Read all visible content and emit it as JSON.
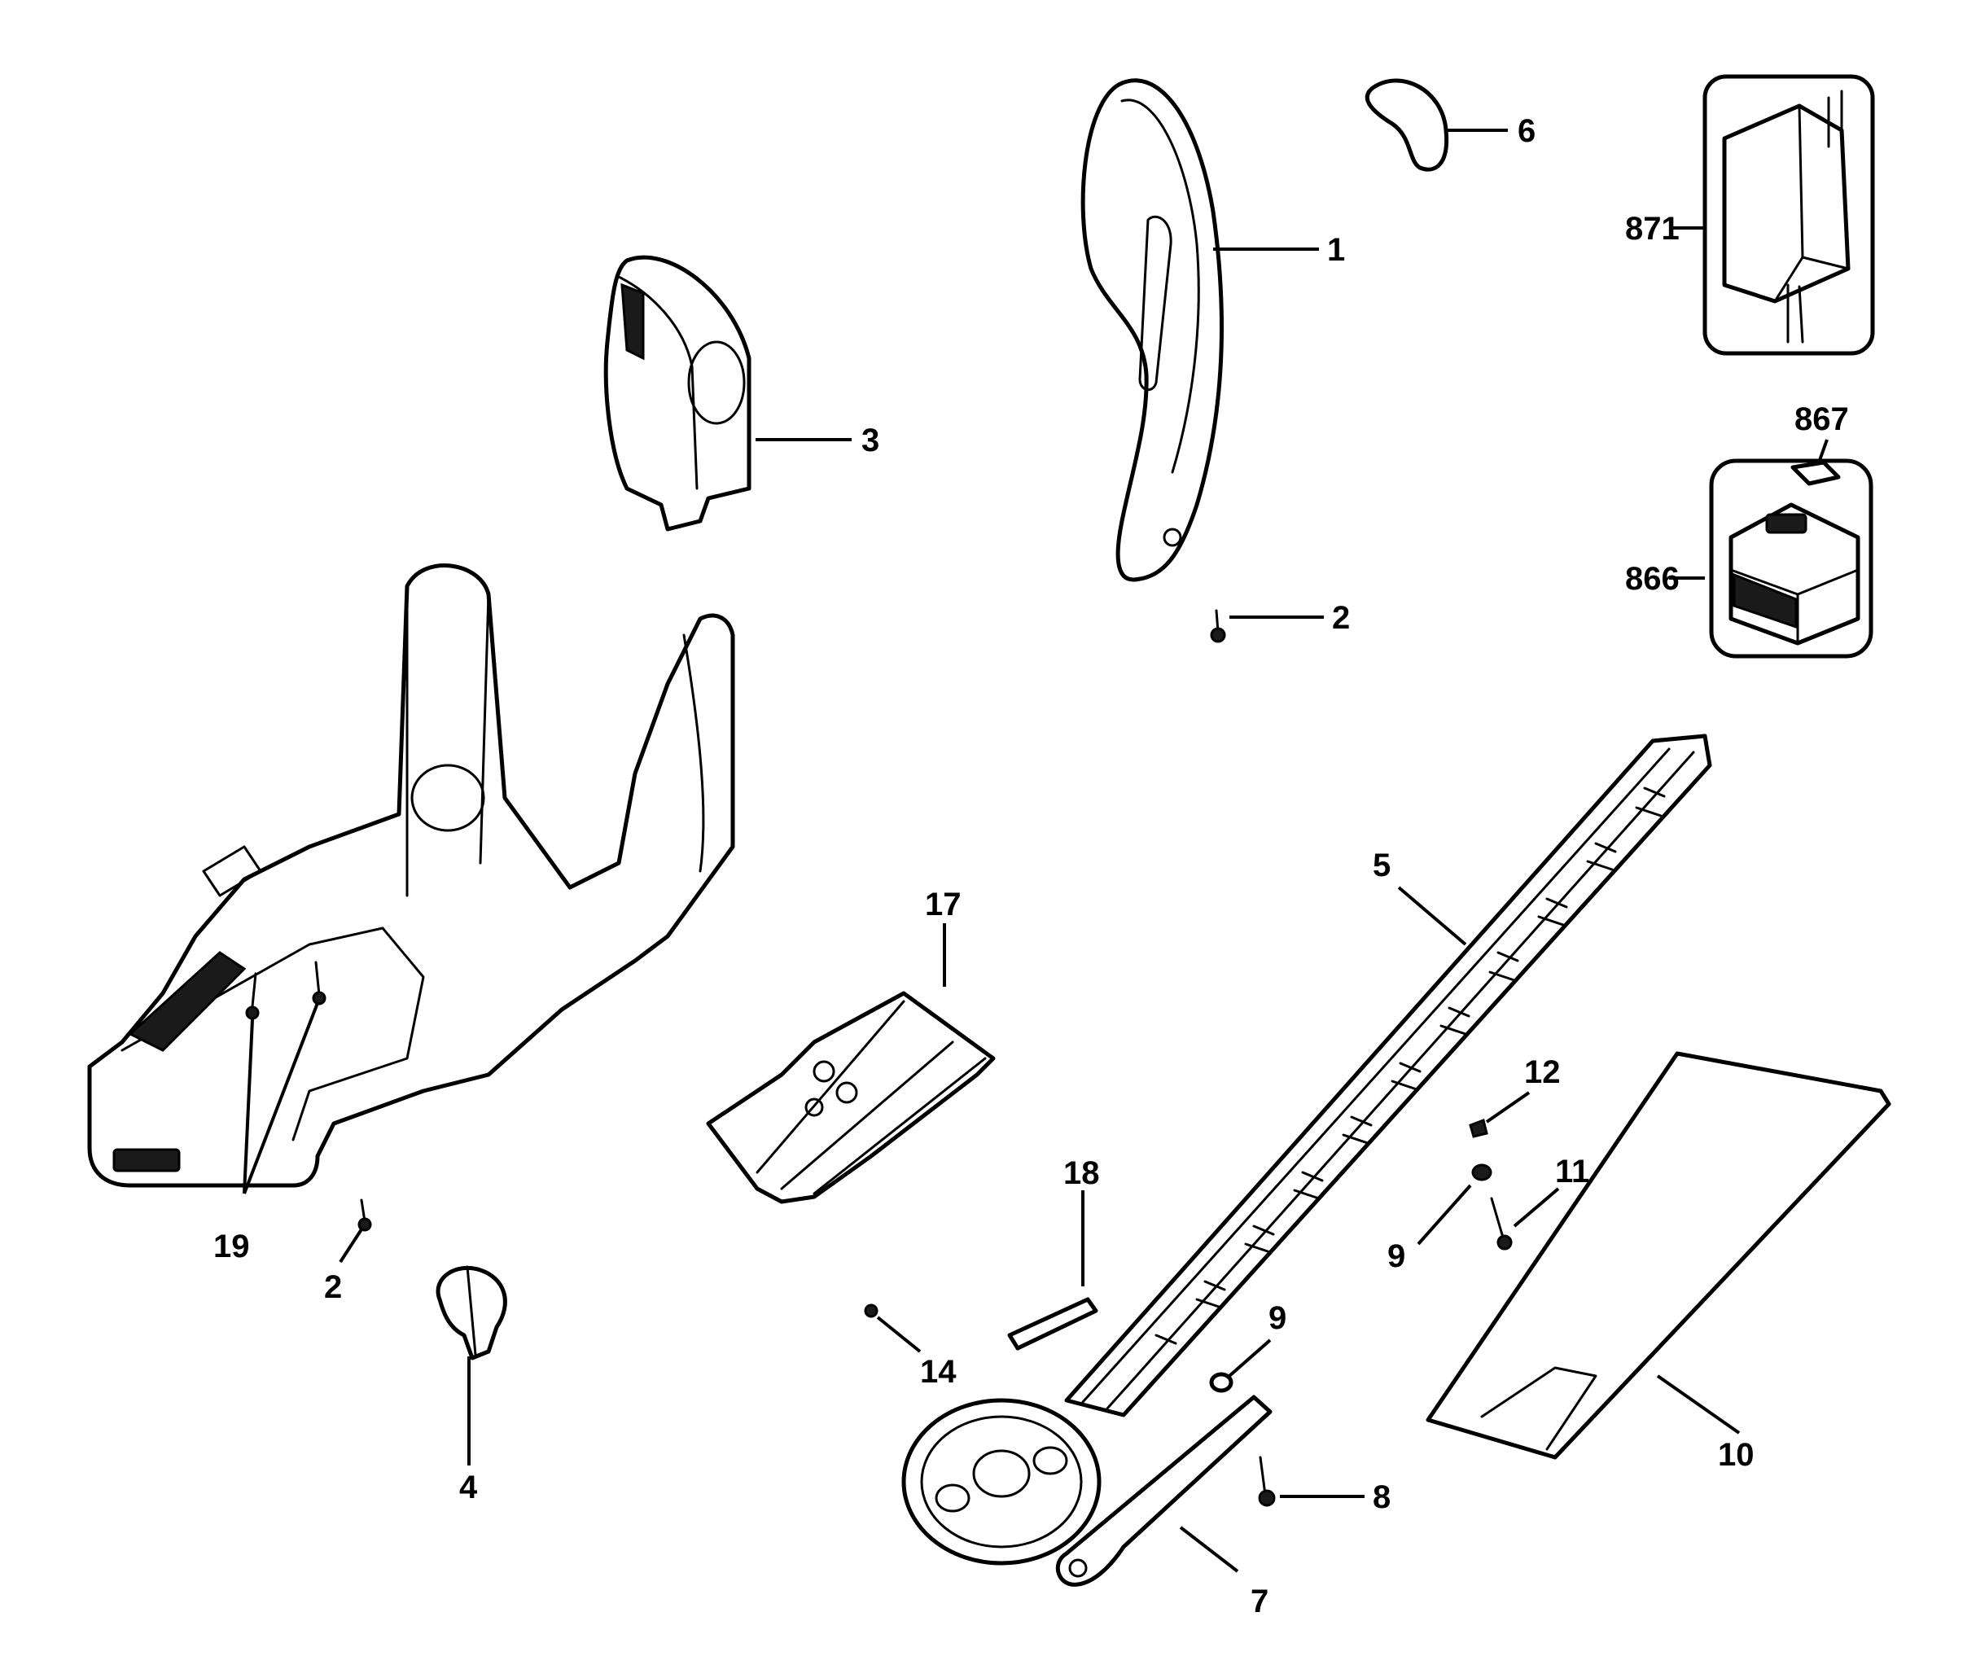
{
  "callouts": {
    "c1": "1",
    "c2a": "2",
    "c2b": "2",
    "c3": "3",
    "c4": "4",
    "c5": "5",
    "c6": "6",
    "c7": "7",
    "c8": "8",
    "c9a": "9",
    "c9b": "9",
    "c10": "10",
    "c11": "11",
    "c12": "12",
    "c14": "14",
    "c17": "17",
    "c18": "18",
    "c19": "19",
    "c866": "866",
    "c867": "867",
    "c871": "871"
  },
  "colors": {
    "ink": "#000000",
    "paper": "#ffffff"
  }
}
